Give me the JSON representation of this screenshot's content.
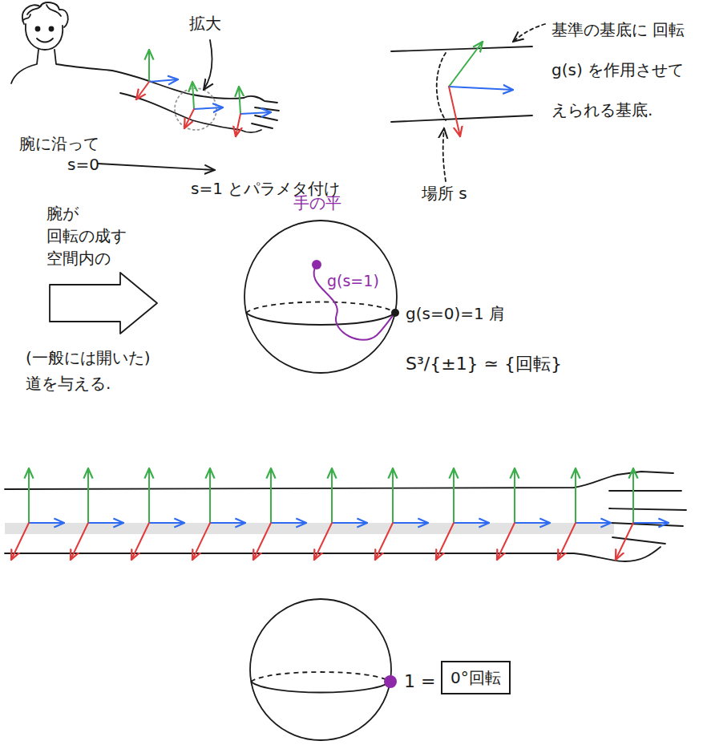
{
  "diagram": {
    "nodes": [
      {
        "text": [
          "0°回転"
        ]
      }
    ],
    "labels": [
      "拡大",
      "腕に沿って",
      "s=0",
      "s=1 とパラメタ付け",
      "基準の基底に 回転 g(s) を作用させて えられる基底.",
      "場所 s",
      "腕が 回転の成す 空間内の",
      "(一般には開いた) 道を与える.",
      "手の平",
      "g(s=1)",
      "g(s=0)=1 肩",
      "S³/{±1} ≃ {回転}",
      "1 ="
    ]
  }
}
